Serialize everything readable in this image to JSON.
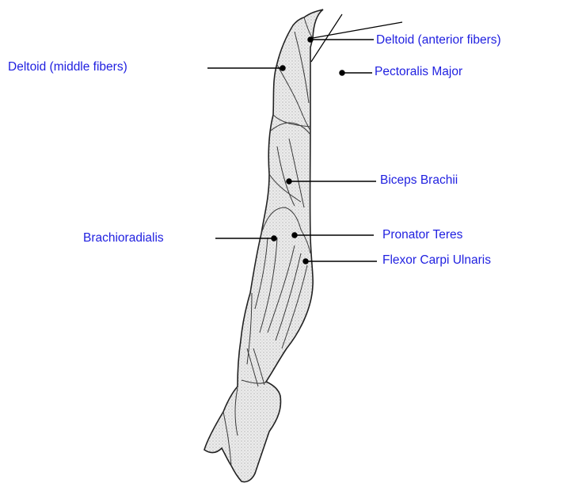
{
  "diagram": {
    "labels": {
      "deltoid_anterior": "Deltoid (anterior fibers)",
      "deltoid_middle": "Deltoid (middle fibers)",
      "pectoralis_major": "Pectoralis Major",
      "biceps_brachii": "Biceps Brachii",
      "brachioradialis": "Brachioradialis",
      "pronator_teres": "Pronator Teres",
      "flexor_carpi_ulnaris": "Flexor Carpi Ulnaris"
    },
    "colors": {
      "label_text": "#1f1fe0",
      "leader_line": "#000000",
      "arm_outline": "#222222",
      "arm_fill": "#e2e2e2"
    }
  }
}
